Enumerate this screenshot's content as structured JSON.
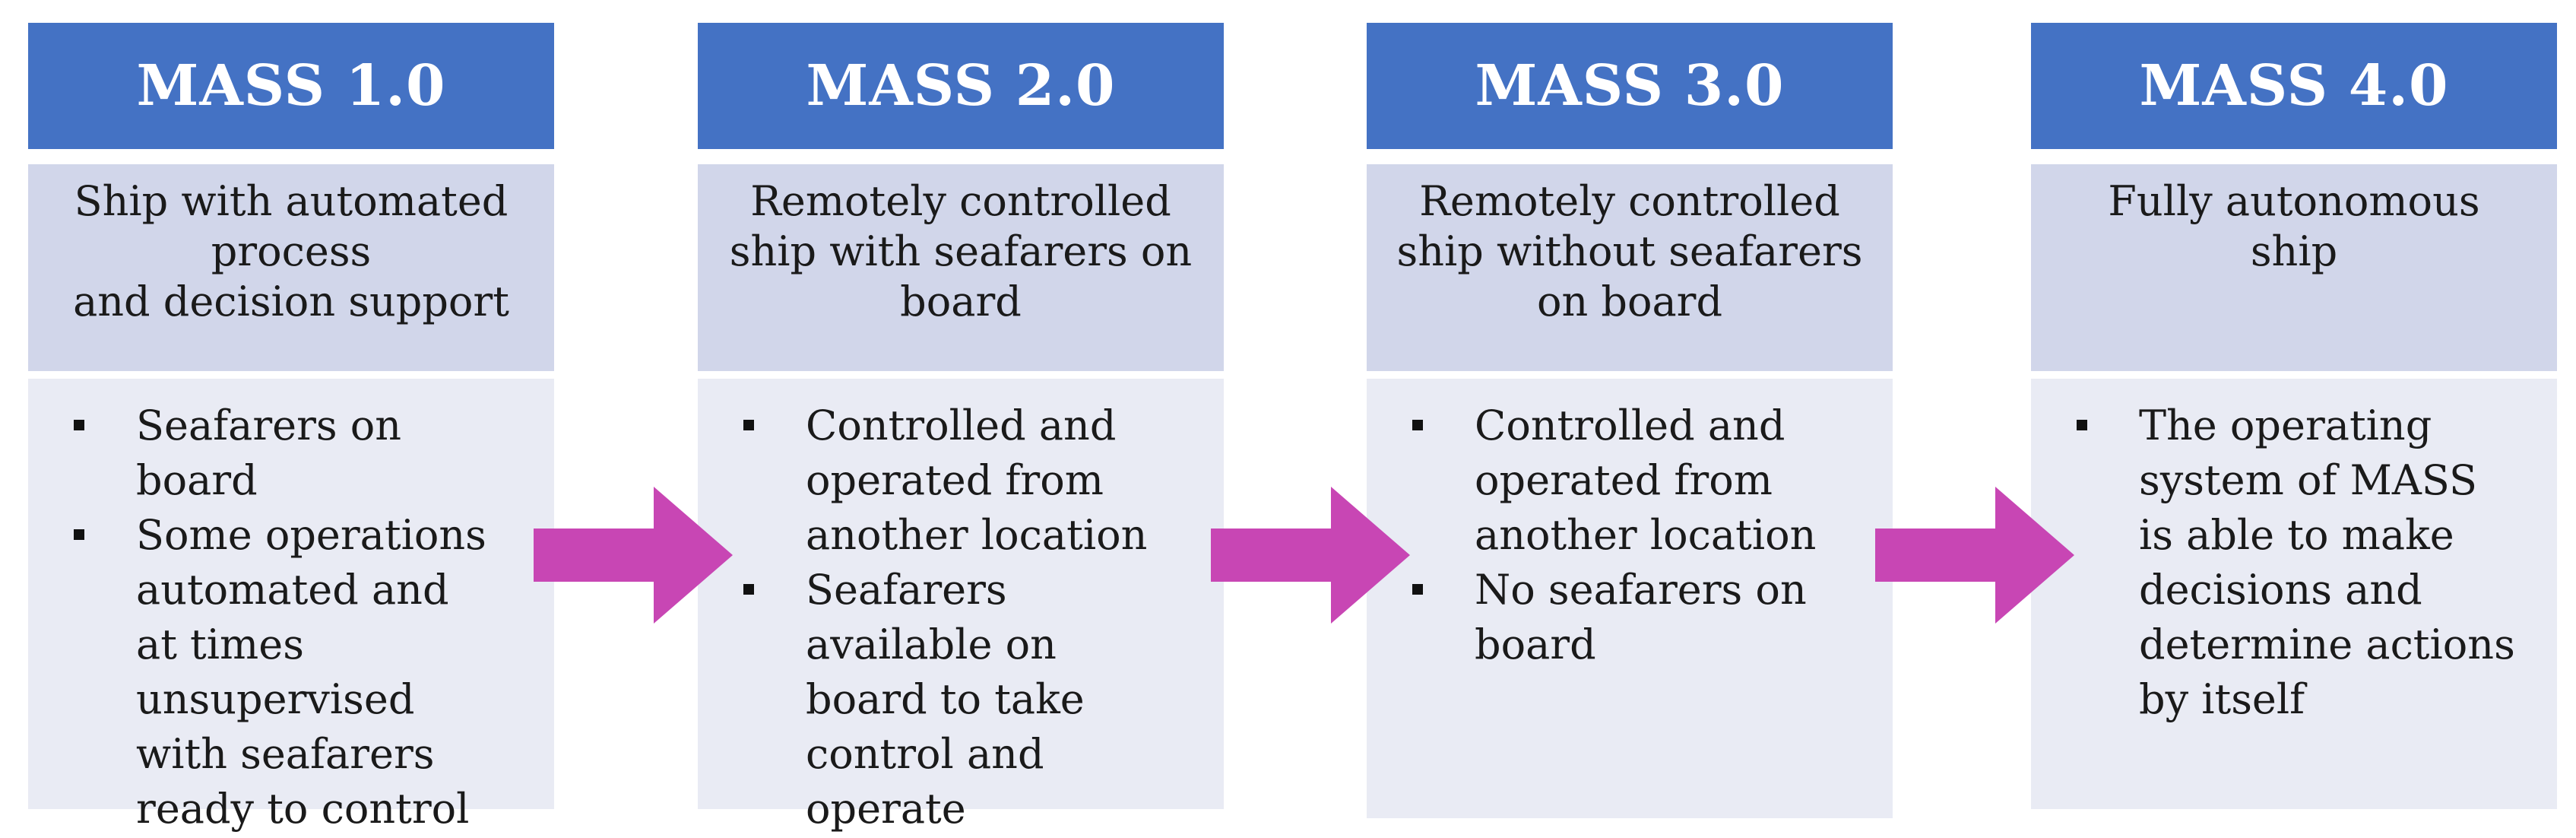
{
  "stages": [
    {
      "title": "MASS 1.0",
      "description_lines": [
        "Ship with automated",
        "process",
        "and decision support"
      ],
      "bullets": [
        "Seafarers on board",
        "Some operations automated and at times unsupervised with seafarers ready to control"
      ]
    },
    {
      "title": "MASS 2.0",
      "description_lines": [
        "Remotely controlled",
        "ship with seafarers on",
        "board"
      ],
      "bullets": [
        "Controlled and operated from another location",
        "Seafarers available on board to take control and operate"
      ]
    },
    {
      "title": "MASS 3.0",
      "description_lines": [
        "Remotely controlled",
        "ship without seafarers",
        "on board"
      ],
      "bullets": [
        "Controlled and operated from another location",
        "No seafarers on board"
      ]
    },
    {
      "title": "MASS 4.0",
      "description_lines": [
        "Fully autonomous",
        "ship"
      ],
      "bullets": [
        "The operating system of MASS is able to make decisions and determine actions by itself"
      ]
    }
  ],
  "colors": {
    "header": "#4472c4",
    "description_bg": "#d1d6ea",
    "body_bg": "#e9ebf4",
    "arrow": "#c846b4"
  }
}
